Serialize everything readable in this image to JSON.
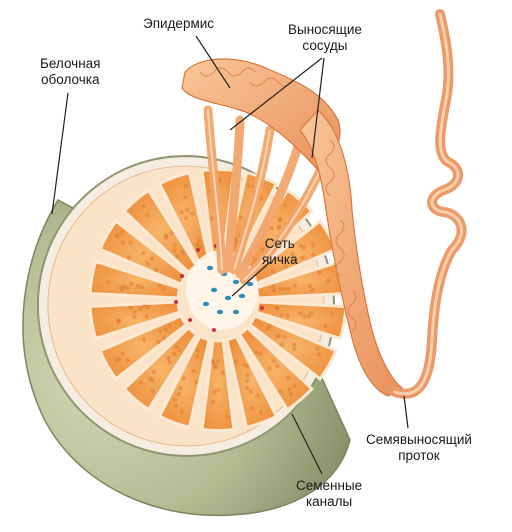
{
  "labels": {
    "epidermis": "Эпидермис",
    "vessels": [
      "Выносящие",
      "сосуды"
    ],
    "tunica": [
      "Белочная",
      "оболочка"
    ],
    "rete": [
      "Сеть",
      "яичка"
    ],
    "deferent": [
      "Семявыносящий",
      "проток"
    ],
    "tubules": [
      "Семенные",
      "каналы"
    ]
  },
  "colors": {
    "outer_capsule": "#b7bf96",
    "capsule_shadow": "#8e9670",
    "lobule_fill": "#f4a24f",
    "lobule_edge": "#e07a2e",
    "septum": "#fde8d2",
    "duct": "#f6b27a",
    "duct_dark": "#e48a4a",
    "rete_dots": "#2f8fb8",
    "rete_red": "#c8323a",
    "leader": "#222222"
  }
}
